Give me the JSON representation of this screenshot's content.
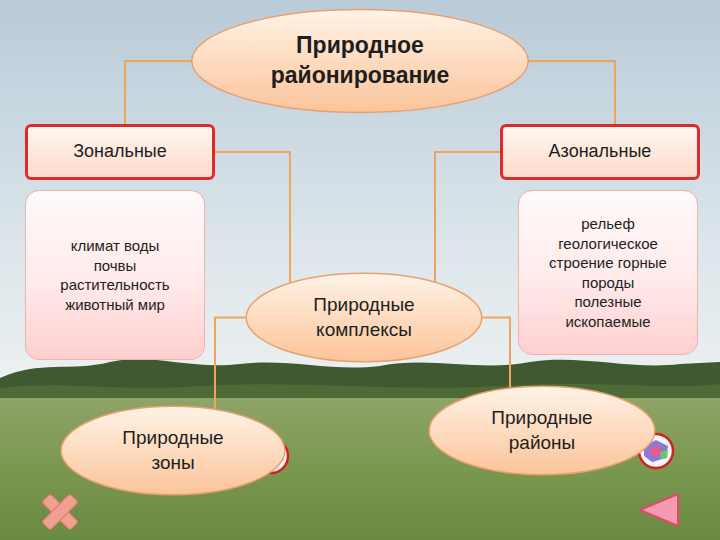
{
  "diagram": {
    "nodes": [
      {
        "text": [
          "Природное районирование"
        ]
      },
      {
        "text": [
          "Зональные"
        ]
      },
      {
        "text": [
          "Азональные"
        ]
      },
      {
        "text": [
          "климат воды почвы растительность животный мир"
        ]
      },
      {
        "text": [
          "Природные комплексы"
        ]
      },
      {
        "text": [
          "рельеф геологическое строение горные породы полезные ископаемые"
        ]
      },
      {
        "text": [
          "Природные зоны"
        ]
      },
      {
        "text": [
          "Природные районы"
        ]
      }
    ],
    "edges": [
      {
        "from": 0,
        "to": 1,
        "arrow": "none"
      },
      {
        "from": 0,
        "to": 2,
        "arrow": "none"
      },
      {
        "from": 1,
        "to": 4,
        "arrow": "none"
      },
      {
        "from": 2,
        "to": 4,
        "arrow": "none"
      },
      {
        "from": 4,
        "to": 6,
        "arrow": "none"
      },
      {
        "from": 4,
        "to": 7,
        "arrow": "none"
      }
    ]
  }
}
